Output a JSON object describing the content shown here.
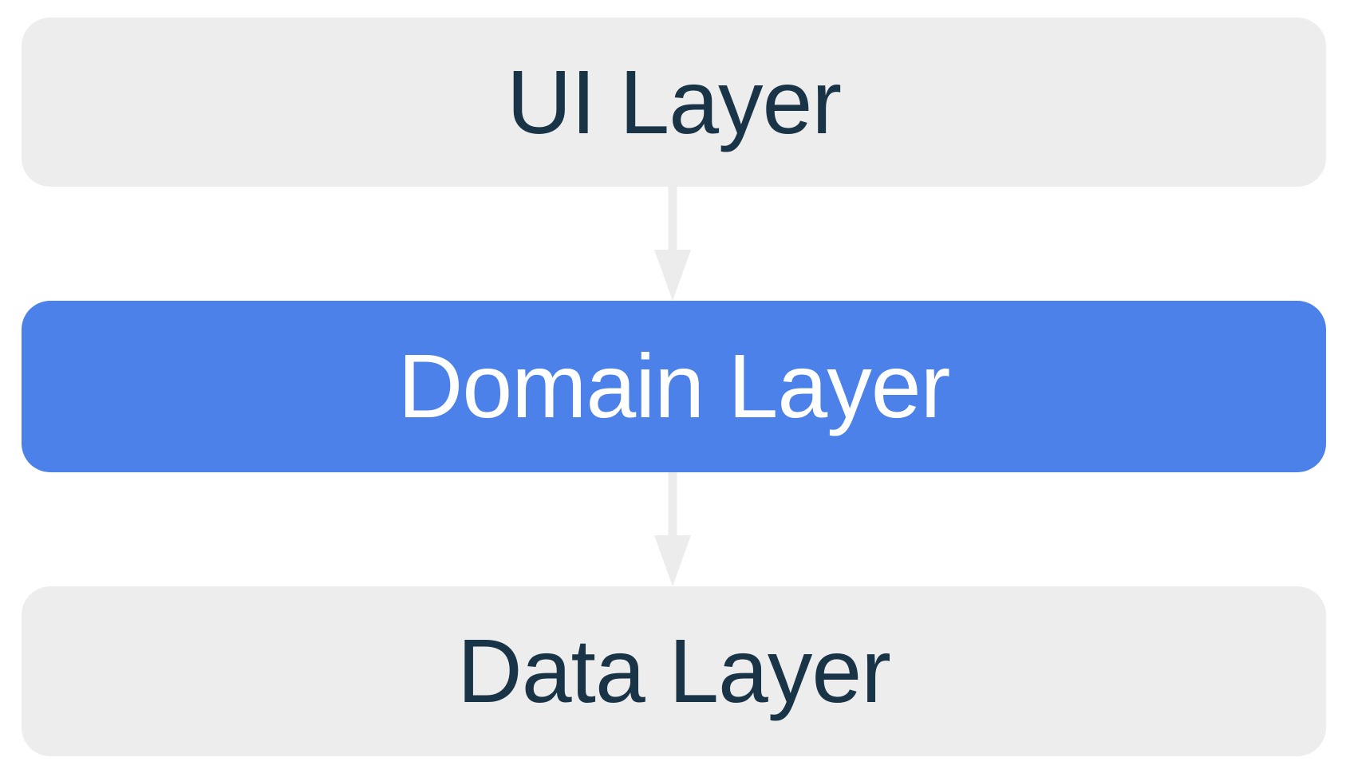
{
  "layers": [
    {
      "label": "UI Layer",
      "emphasis": "default"
    },
    {
      "label": "Domain Layer",
      "emphasis": "highlighted"
    },
    {
      "label": "Data Layer",
      "emphasis": "default"
    }
  ],
  "arrows": [
    {
      "name": "ui-to-domain",
      "direction": "down"
    },
    {
      "name": "domain-to-data",
      "direction": "down"
    }
  ],
  "colors": {
    "box_gray": "#ededed",
    "box_blue": "#4d81ea",
    "text_dark": "#1a3447",
    "text_light": "#ffffff",
    "arrow": "#ececec",
    "background": "#ffffff"
  }
}
